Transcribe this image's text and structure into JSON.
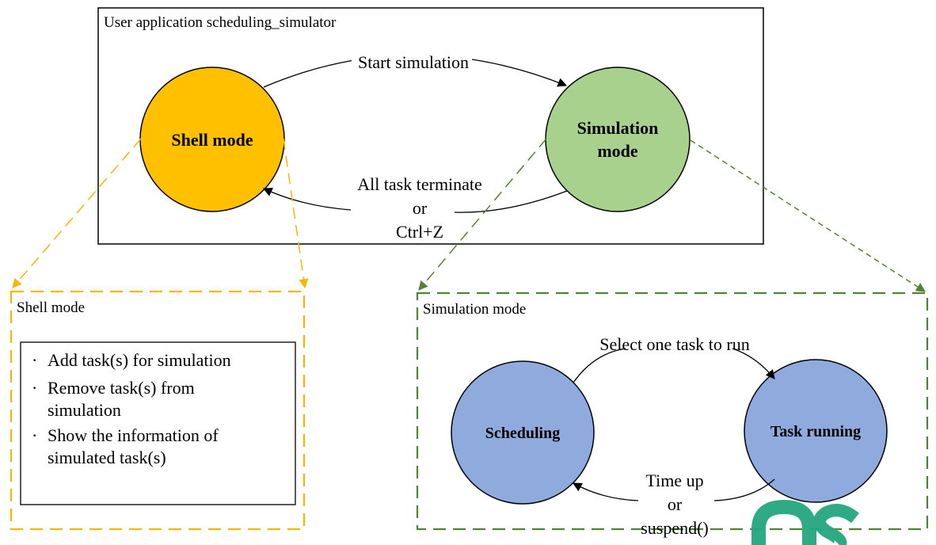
{
  "app_box": {
    "title": "User application scheduling_simulator"
  },
  "states": {
    "shell": {
      "label": "Shell mode"
    },
    "simulation": {
      "line1": "Simulation",
      "line2": "mode"
    }
  },
  "transitions": {
    "start": "Start simulation",
    "back": {
      "line1": "All task terminate",
      "line2": "or",
      "line3": "Ctrl+Z"
    }
  },
  "shell_panel": {
    "title": "Shell mode",
    "bullet": "·",
    "items": [
      {
        "lines": [
          "Add task(s) for simulation"
        ]
      },
      {
        "lines": [
          "Remove task(s) from",
          "simulation"
        ]
      },
      {
        "lines": [
          "Show the information of",
          "simulated task(s)"
        ]
      }
    ]
  },
  "sim_panel": {
    "title": "Simulation mode",
    "states": {
      "scheduling": "Scheduling",
      "running": "Task running"
    },
    "transitions": {
      "select": "Select one task to run",
      "back": {
        "line1": "Time up",
        "line2": "or",
        "line3": "suspend()"
      }
    }
  },
  "colors": {
    "shell_fill": "#FFC000",
    "sim_fill": "#A9D18E",
    "sub_fill": "#8FAADC",
    "yellow_dash": "#F5B800",
    "green_dash": "#548235",
    "logo_green": "#23A77F"
  },
  "icons": {
    "watermark": "os-logo-watermark"
  }
}
